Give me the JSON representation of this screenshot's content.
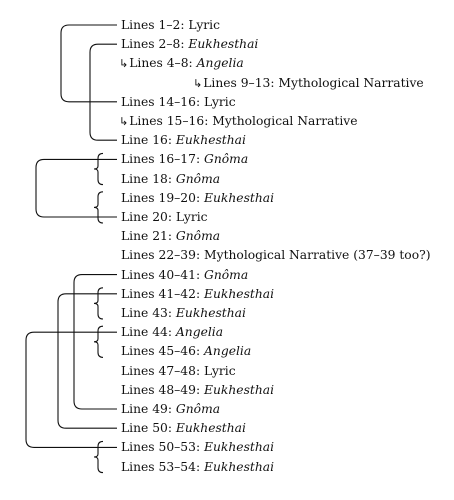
{
  "arrow_glyph": "↳",
  "rows": [
    {
      "ref": "Lines 1–2",
      "genre": "Lyric",
      "italic": false,
      "arrow": false
    },
    {
      "ref": "Lines 2–8",
      "genre": "Eukhesthai",
      "italic": true,
      "arrow": false
    },
    {
      "ref": "Lines 4–8",
      "genre": "Angelia",
      "italic": true,
      "arrow": true
    },
    {
      "ref": "Lines 9–13",
      "genre": "Mythological Narrative",
      "italic": false,
      "arrow": true
    },
    {
      "ref": "Lines 14–16",
      "genre": "Lyric",
      "italic": false,
      "arrow": false
    },
    {
      "ref": "Lines 15–16",
      "genre": "Mythological Narrative",
      "italic": false,
      "arrow": true
    },
    {
      "ref": "Line 16",
      "genre": "Eukhesthai",
      "italic": true,
      "arrow": false
    },
    {
      "ref": "Lines 16–17",
      "genre": "Gnôma",
      "italic": true,
      "arrow": false
    },
    {
      "ref": "Line 18",
      "genre": "Gnôma",
      "italic": true,
      "arrow": false
    },
    {
      "ref": "Lines 19–20",
      "genre": "Eukhesthai",
      "italic": true,
      "arrow": false
    },
    {
      "ref": "Line 20",
      "genre": "Lyric",
      "italic": false,
      "arrow": false
    },
    {
      "ref": "Line 21",
      "genre": "Gnôma",
      "italic": true,
      "arrow": false
    },
    {
      "ref": "Lines 22–39",
      "genre": "Mythological Narrative (37–39 too?)",
      "italic": false,
      "arrow": false
    },
    {
      "ref": "Lines 40–41",
      "genre": "Gnôma",
      "italic": true,
      "arrow": false
    },
    {
      "ref": "Lines 41–42",
      "genre": "Eukhesthai",
      "italic": true,
      "arrow": false
    },
    {
      "ref": "Line 43",
      "genre": "Eukhesthai",
      "italic": true,
      "arrow": false
    },
    {
      "ref": "Line 44",
      "genre": "Angelia",
      "italic": true,
      "arrow": false
    },
    {
      "ref": "Lines 45–46",
      "genre": "Angelia",
      "italic": true,
      "arrow": false
    },
    {
      "ref": "Lines 47–48",
      "genre": "Lyric",
      "italic": false,
      "arrow": false
    },
    {
      "ref": "Lines 48–49",
      "genre": "Eukhesthai",
      "italic": true,
      "arrow": false
    },
    {
      "ref": "Line 49",
      "genre": "Gnôma",
      "italic": true,
      "arrow": false
    },
    {
      "ref": "Line 50",
      "genre": "Eukhesthai",
      "italic": true,
      "arrow": false
    },
    {
      "ref": "Lines 50–53",
      "genre": "Eukhesthai",
      "italic": true,
      "arrow": false
    },
    {
      "ref": "Lines 53–54",
      "genre": "Eukhesthai",
      "italic": true,
      "arrow": false
    }
  ],
  "ring_links": [
    {
      "from": 0,
      "to": 4
    },
    {
      "from": 1,
      "to": 6
    },
    {
      "from": 7,
      "to": 10
    },
    {
      "from": 13,
      "to": 20
    },
    {
      "from": 14,
      "to": 21
    },
    {
      "from": 16,
      "to": 22
    }
  ],
  "brace_groups": [
    {
      "rows": [
        7,
        8
      ]
    },
    {
      "rows": [
        9,
        10
      ]
    },
    {
      "rows": [
        14,
        15
      ]
    },
    {
      "rows": [
        16,
        17
      ]
    },
    {
      "rows": [
        22,
        23
      ]
    }
  ]
}
